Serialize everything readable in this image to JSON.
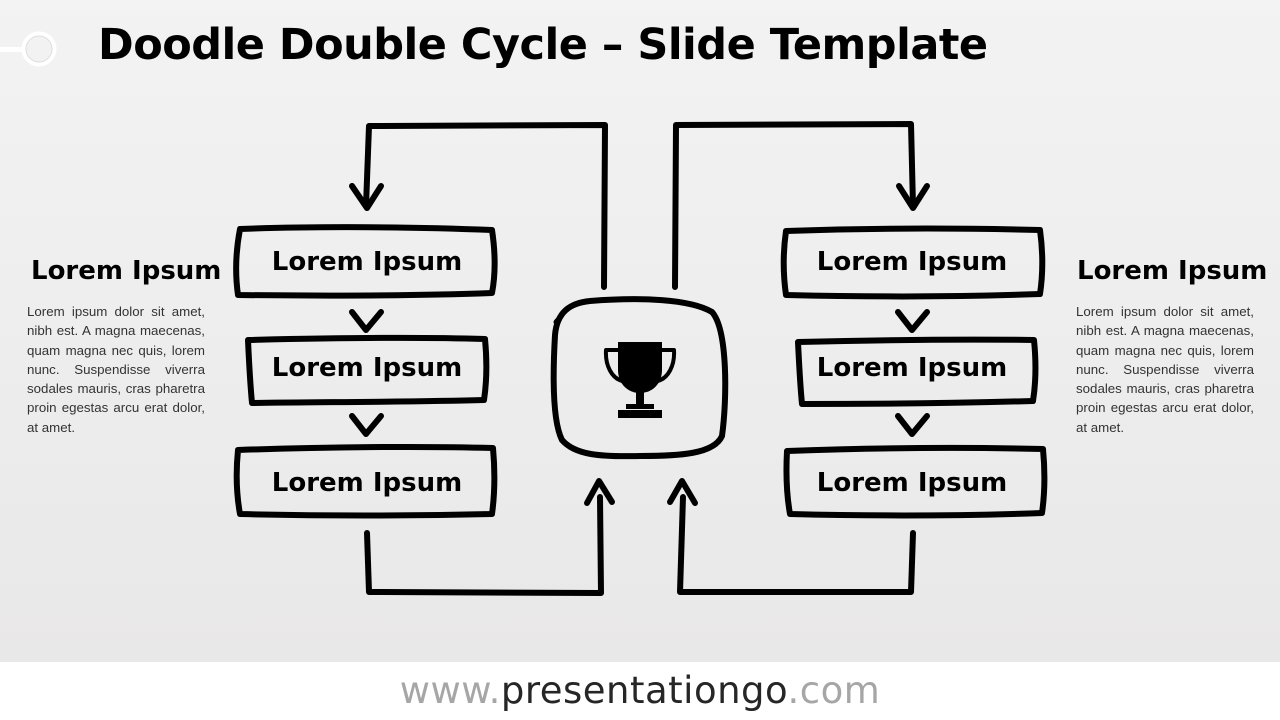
{
  "title": "Doodle Double Cycle – Slide Template",
  "left_panel": {
    "title": "Lorem Ipsum",
    "text": "Lorem ipsum dolor sit amet, nibh est. A magna maecenas, quam magna nec quis, lorem nunc. Suspendisse viverra sodales mauris, cras pharetra proin egestas arcu erat dolor, at amet."
  },
  "right_panel": {
    "title": "Lorem Ipsum",
    "text": "Lorem ipsum dolor sit amet, nibh est. A magna maecenas, quam magna nec quis, lorem nunc. Suspendisse viverra sodales mauris, cras pharetra proin egestas arcu erat dolor, at amet."
  },
  "left_cycle": {
    "boxes": [
      "Lorem Ipsum",
      "Lorem Ipsum",
      "Lorem Ipsum"
    ]
  },
  "right_cycle": {
    "boxes": [
      "Lorem Ipsum",
      "Lorem Ipsum",
      "Lorem Ipsum"
    ]
  },
  "center": {
    "icon": "trophy-icon"
  },
  "footer": {
    "prefix": "www.",
    "brand": "presentationgo",
    "suffix": ".com"
  }
}
